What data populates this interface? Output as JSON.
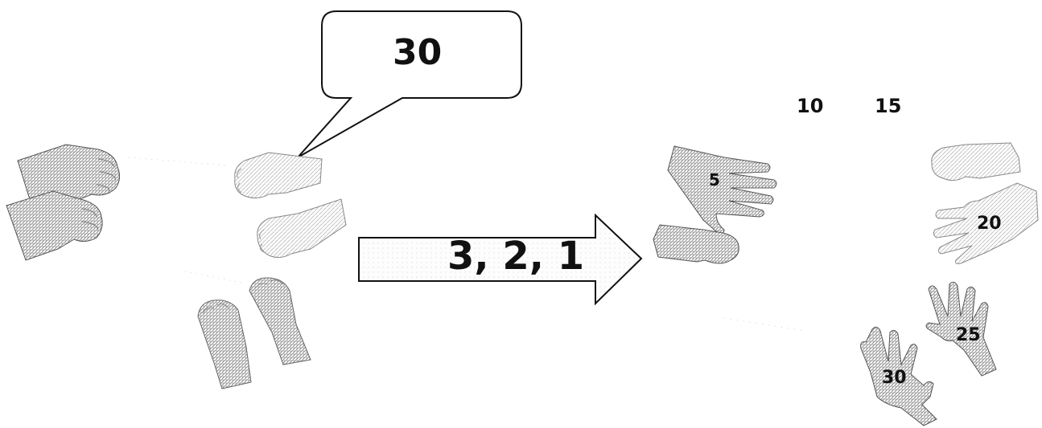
{
  "speech_bubble": {
    "text": "30"
  },
  "arrow": {
    "text": "3, 2, 1"
  },
  "counts": {
    "ten": "10",
    "fifteen": "15",
    "five": "5",
    "twenty": "20",
    "twenty_five": "25",
    "thirty": "30"
  },
  "colors": {
    "ink": "#111111",
    "hatch": "#9a9a9a",
    "light_hatch": "#c8c8c8"
  }
}
